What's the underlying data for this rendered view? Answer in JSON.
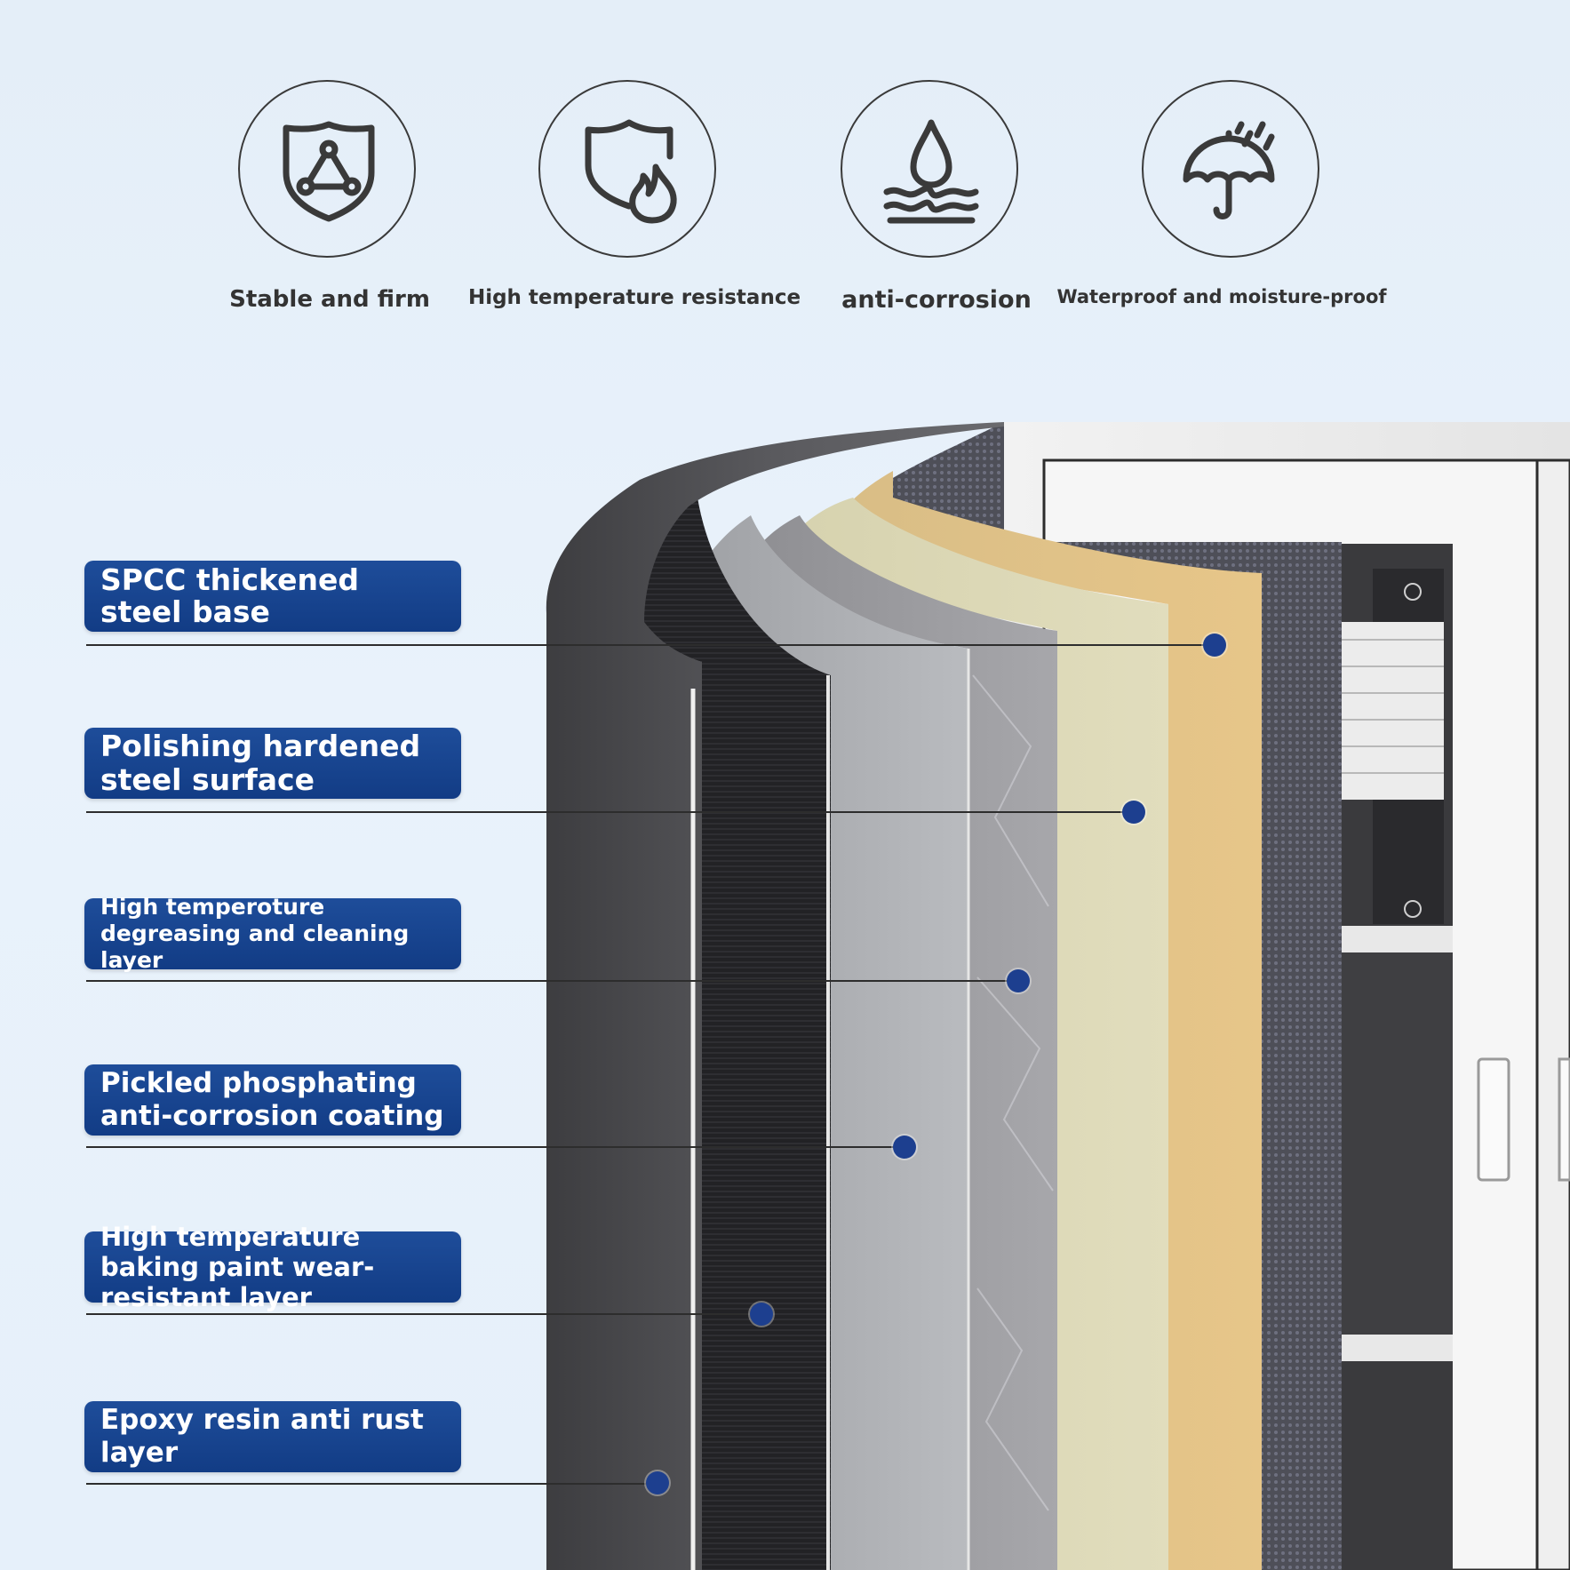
{
  "features": [
    {
      "label": "Stable and firm",
      "icon": "shield-triangle-icon"
    },
    {
      "label": "High temperature resistance",
      "icon": "shield-flame-icon"
    },
    {
      "label": "anti-corrosion",
      "icon": "water-drop-icon"
    },
    {
      "label": "Waterproof and moisture-proof",
      "icon": "umbrella-rain-icon"
    }
  ],
  "layers": [
    {
      "label": "SPCC thickened steel base"
    },
    {
      "label": "Polishing hardened steel surface"
    },
    {
      "label": "High temperoture degreasing and cleaning layer"
    },
    {
      "label": "Pickled phosphating anti-corrosion coating"
    },
    {
      "label": "High temperature baking paint wear-resistant layer"
    },
    {
      "label": "Epoxy resin anti rust layer"
    }
  ],
  "colors": {
    "label_box": "#1a4590",
    "dot": "#1d3f8f",
    "icon_stroke": "#3a3a3a",
    "text": "#333333"
  }
}
